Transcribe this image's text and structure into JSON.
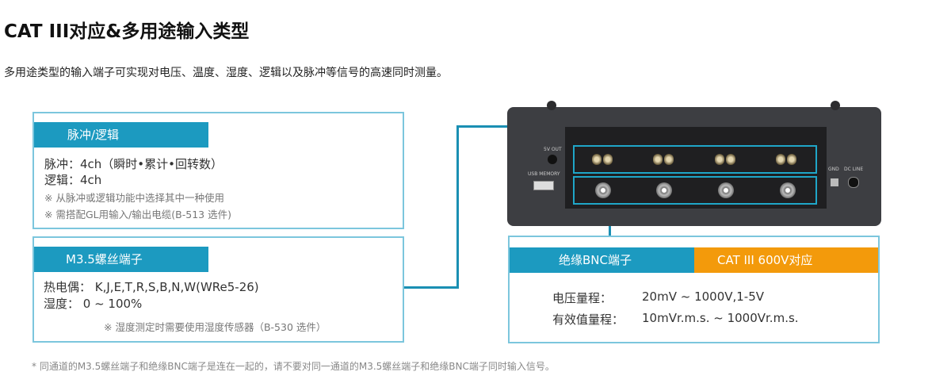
{
  "title": "CAT III对应&多用途输入类型",
  "intro": "多用途类型的输入端子可实现对电压、温度、湿度、逻辑以及脉冲等信号的高速同时测量。",
  "pulse_box": {
    "header": "脉冲/逻辑",
    "line1": "脉冲：4ch（瞬时•累计•回转数）",
    "line2": "逻辑：4ch",
    "note1": "※  从脉冲或逻辑功能中选择其中一种使用",
    "note2": "※  需搭配GL用输入/输出电缆(B-513 选件)"
  },
  "screw_box": {
    "header": "M3.5螺丝端子",
    "line1": "热电偶： K,J,E,T,R,S,B,N,W(WRe5-26)",
    "line2": "湿度： 0 ~ 100%",
    "note": "※ 湿度测定时需要使用湿度传感器（B-530 选件）"
  },
  "bnc_box": {
    "header_left": "绝缘BNC端子",
    "header_right": "CAT III 600V对应",
    "voltage_label": "电压量程：",
    "voltage_value": "20mV ~ 1000V,1-5V",
    "rms_label": "有效值量程：",
    "rms_value": "10mVr.m.s. ~ 1000Vr.m.s."
  },
  "device": {
    "label_5v": "5V OUT",
    "label_usb": "USB MEMORY",
    "label_gnd": "GND",
    "label_dc": "DC LINE"
  },
  "footer": "* 同通道的M3.5螺丝端子和绝缘BNC端子是连在一起的，请不要对同一通道的M3.5螺丝端子和绝缘BNC端子同时输入信号。"
}
